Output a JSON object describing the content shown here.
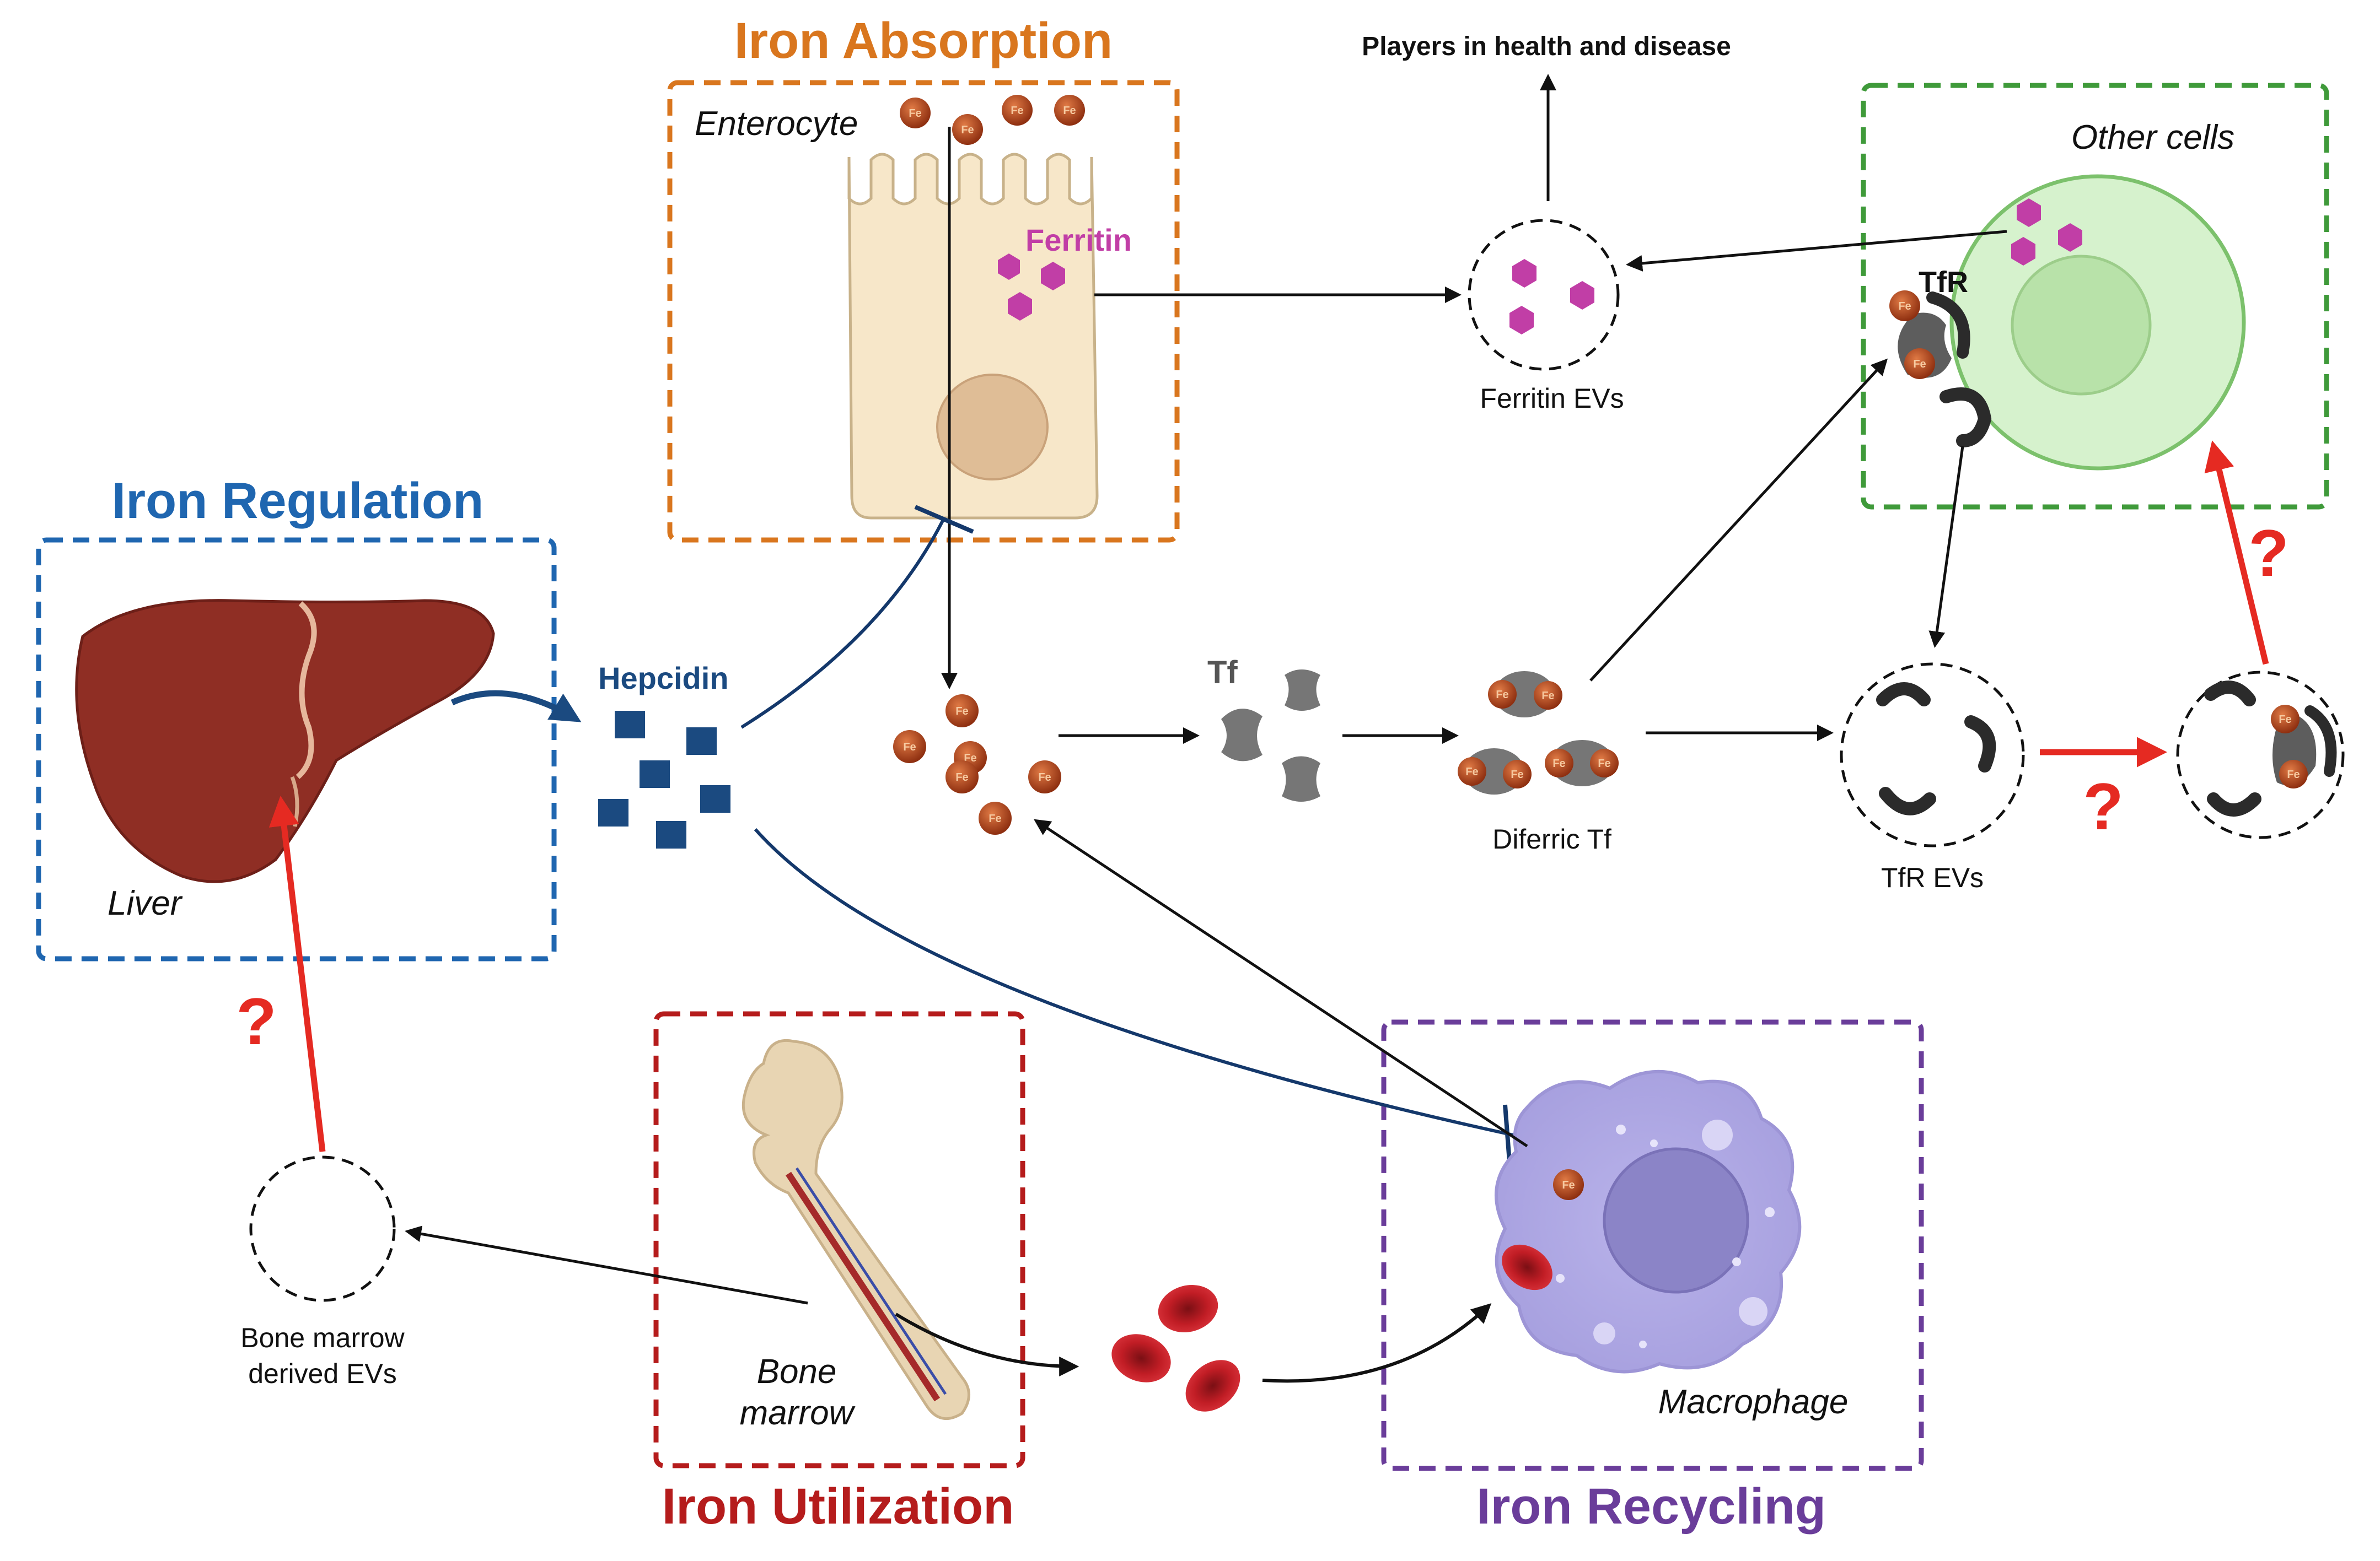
{
  "sections": {
    "absorption": {
      "title": "Iron Absorption",
      "color": "#d9761e"
    },
    "regulation": {
      "title": "Iron Regulation",
      "color": "#1f66b0"
    },
    "utilization": {
      "title": "Iron Utilization",
      "color": "#b51c1c"
    },
    "recycling": {
      "title": "Iron Recycling",
      "color": "#6a3d9a"
    },
    "other_cells_box_color": "#3f9a3a"
  },
  "labels": {
    "enterocyte": "Enterocyte",
    "ferritin": "Ferritin",
    "players": "Players in health and disease",
    "other_cells": "Other cells",
    "tfr": "TfR",
    "ferritin_evs": "Ferritin EVs",
    "hepcidin": "Hepcidin",
    "tf": "Tf",
    "diferric_tf": "Diferric Tf",
    "tfr_evs": "TfR EVs",
    "liver": "Liver",
    "bone_marrow_evs_line1": "Bone marrow",
    "bone_marrow_evs_line2": "derived EVs",
    "bone_marrow_line1": "Bone",
    "bone_marrow_line2": "marrow",
    "macrophage": "Macrophage",
    "fe": "Fe",
    "question": "?"
  },
  "colors": {
    "ferritin": "#c13ea6",
    "iron": "#b5481f",
    "hepcidin": "#1b4a80",
    "inhibition": "#14386b",
    "red_arrow": "#e52a22",
    "question": "#e52a22"
  }
}
